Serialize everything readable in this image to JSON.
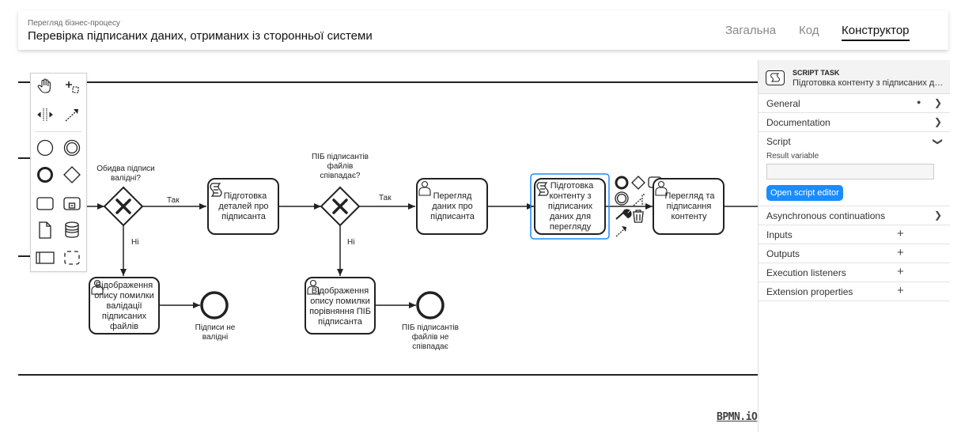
{
  "header": {
    "breadcrumb": "Перегляд бізнес-процесу",
    "title": "Перевірка підписаних даних, отриманих із сторонньої системи",
    "tabs": [
      {
        "label": "Загальна",
        "active": false
      },
      {
        "label": "Код",
        "active": false
      },
      {
        "label": "Конструктор",
        "active": true
      }
    ]
  },
  "diagram": {
    "gateway1_label": [
      "Обидва підписи",
      "валідні?"
    ],
    "gateway2_label": [
      "ПІБ підписантів",
      "файлів",
      "співпадає?"
    ],
    "flow_yes": "Так",
    "flow_no": "Ні",
    "task1": [
      "Підготовка",
      "деталей про",
      "підписанта"
    ],
    "task2": [
      "Перегляд",
      "даних про",
      "підписанта"
    ],
    "task3": [
      "Підготовка",
      "контенту з",
      "підписаних",
      "даних для",
      "перегляду"
    ],
    "task4": [
      "Перегляд та",
      "підписання",
      "контенту"
    ],
    "task5": [
      "Відображення",
      "опису помилки",
      "валідації",
      "підписаних",
      "файлів"
    ],
    "task6": [
      "Відображення",
      "опису помилки",
      "порівняння ПІБ",
      "підписанта"
    ],
    "end1_label": [
      "Підписи не",
      "валідні"
    ],
    "end2_label": [
      "ПІБ підписантів",
      "файлів не",
      "співпадає"
    ]
  },
  "panel": {
    "element_type": "SCRIPT TASK",
    "element_name": "Підготовка контенту з підписаних даних для перегляду",
    "groups": {
      "general": "General",
      "documentation": "Documentation",
      "script": "Script",
      "async": "Asynchronous continuations",
      "inputs": "Inputs",
      "outputs": "Outputs",
      "listeners": "Execution listeners",
      "extension": "Extension properties"
    },
    "result_variable_label": "Result variable",
    "result_variable_value": "",
    "open_script_button": "Open script editor"
  },
  "icons": {
    "palette": [
      "hand-tool-icon",
      "lasso-tool-icon",
      "space-tool-icon",
      "connect-tool-icon",
      "start-event-icon",
      "intermediate-event-icon",
      "end-event-icon",
      "gateway-icon",
      "task-icon",
      "subprocess-icon",
      "data-object-icon",
      "data-store-icon",
      "pool-icon",
      "group-icon"
    ]
  },
  "colors": {
    "selection": "#1a8cff",
    "button": "#1a8cff",
    "stroke": "#222222"
  },
  "logo": "BPMN.iO"
}
